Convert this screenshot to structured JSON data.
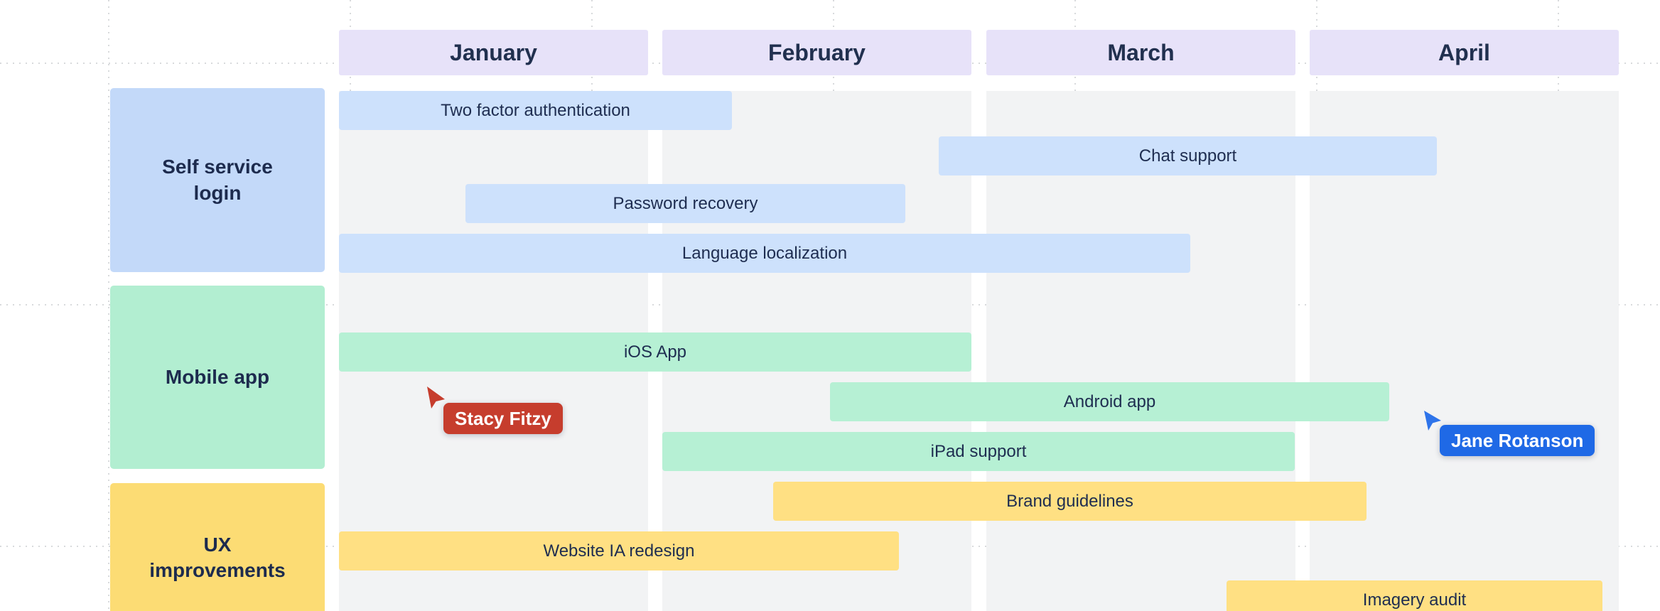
{
  "board": {
    "months": [
      {
        "label": "January"
      },
      {
        "label": "February"
      },
      {
        "label": "March"
      },
      {
        "label": "April"
      }
    ],
    "groups": [
      {
        "label": "Self service\nlogin",
        "color": "#c3d9f9"
      },
      {
        "label": "Mobile app",
        "color": "#b2eed1"
      },
      {
        "label": "UX\nimprovements",
        "color": "#fcdc74"
      }
    ],
    "tasks": [
      {
        "label": "Two factor authentication",
        "group": "Self service login",
        "color": "#cde1fc"
      },
      {
        "label": "Chat support",
        "group": "Self service login",
        "color": "#cde1fc"
      },
      {
        "label": "Password recovery",
        "group": "Self service login",
        "color": "#cde1fc"
      },
      {
        "label": "Language localization",
        "group": "Self service login",
        "color": "#cde1fc"
      },
      {
        "label": "iOS App",
        "group": "Mobile app",
        "color": "#b6f0d4"
      },
      {
        "label": "Android app",
        "group": "Mobile app",
        "color": "#b6f0d4"
      },
      {
        "label": "iPad support",
        "group": "Mobile app",
        "color": "#b6f0d4"
      },
      {
        "label": "Brand guidelines",
        "group": "UX improvements",
        "color": "#ffe083"
      },
      {
        "label": "Website IA redesign",
        "group": "UX improvements",
        "color": "#ffe083"
      },
      {
        "label": "Imagery audit",
        "group": "UX improvements",
        "color": "#ffe083"
      }
    ],
    "collaborators": [
      {
        "name": "Stacy Fitzy",
        "color": "#c63d2d"
      },
      {
        "name": "Jane Rotanson",
        "color": "#1f69e6"
      }
    ],
    "colors": {
      "month_header_bg": "#e7e2f9",
      "column_bg": "#f2f3f4",
      "grid_dots": "#d8dadc",
      "text": "#1e2d50",
      "background": "#ffffff"
    }
  }
}
